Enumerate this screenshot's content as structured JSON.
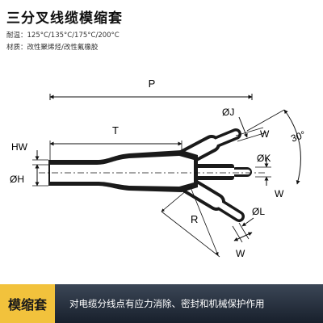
{
  "header": {
    "title": "三分叉线缆模缩套",
    "temp_label": "耐温：",
    "temp_value": "125°C/135°C/175°C/200°C",
    "material_label": "材质：",
    "material_value": "改性聚烯烃/改性氟橡胶"
  },
  "diagram": {
    "labels": {
      "P": "P",
      "T": "T",
      "HW": "HW",
      "H": "ØH",
      "J": "ØJ",
      "K": "ØK",
      "L": "ØL",
      "R": "R",
      "W1": "W",
      "W2": "W",
      "W3": "W",
      "angle": "30°"
    },
    "colors": {
      "body": "#1a1a1a",
      "fill": "#ffffff",
      "dim": "#111111"
    }
  },
  "footer": {
    "tag": "模缩套",
    "description": "对电缆分线点有应力消除、密封和机械保护作用",
    "colors": {
      "bar": "#2a3443",
      "tag_bg": "#f2c23c"
    }
  }
}
